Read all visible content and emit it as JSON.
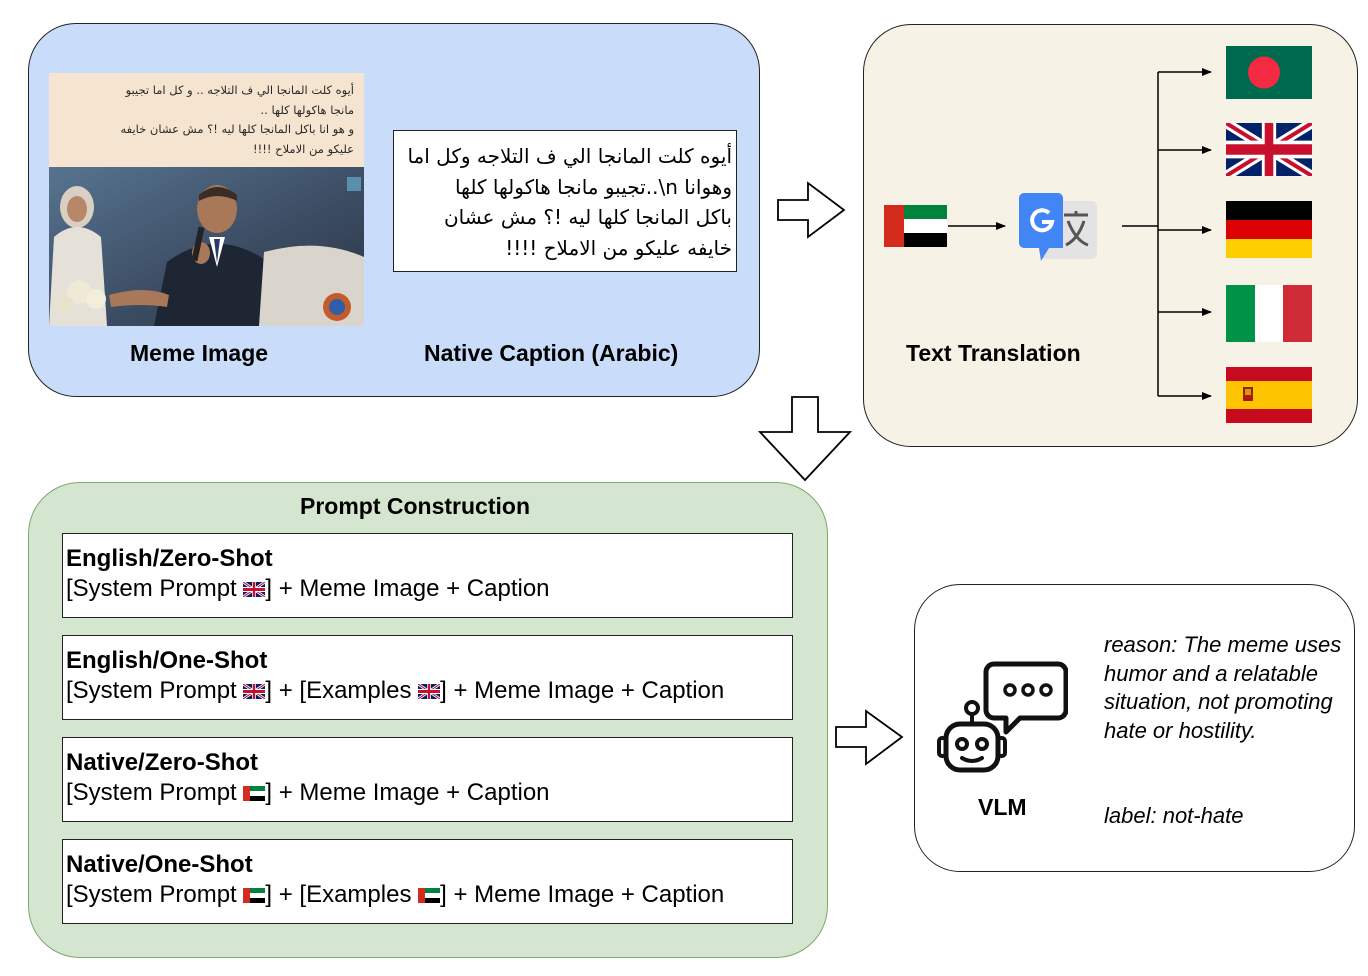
{
  "meme_panel": {
    "image_label": "Meme Image",
    "caption_label": "Native Caption (Arabic)",
    "meme_text_lines": [
      "أيوه كلت المانجا الي ف التلاجه .. و كل اما تجيبو",
      "مانجا هاكولها كلها ..",
      "و هو انا باكل المانجا كلها ليه !؟ مش عشان خايفه",
      "عليكو من الاملاح !!!!"
    ],
    "native_caption_lines": [
      "أيوه كلت المانجا الي ف التلاجه وكل اما",
      "وهوانا n\\..تجيبو مانجا هاكولها كلها",
      "باكل المانجا كلها ليه !؟ مش عشان",
      "خايفه عليكو من الاملاح !!!!"
    ]
  },
  "translation_panel": {
    "label": "Text Translation",
    "source_flag": "UAE",
    "translator_icon": "google-translate-icon",
    "target_flags": [
      "Bangladesh",
      "United Kingdom",
      "Germany",
      "Italy",
      "Spain"
    ]
  },
  "prompt_panel": {
    "title": "Prompt Construction",
    "prompts": [
      {
        "title": "English/Zero-Shot",
        "system": "[System Prompt ",
        "flag": "uk",
        "mid": "",
        "rest": "] + Meme Image + Caption"
      },
      {
        "title": "English/One-Shot",
        "system": "[System Prompt ",
        "flag": "uk",
        "mid": "] + [Examples ",
        "rest": "] + Meme Image + Caption"
      },
      {
        "title": "Native/Zero-Shot",
        "system": "[System Prompt ",
        "flag": "uae",
        "mid": "",
        "rest": "] + Meme Image + Caption"
      },
      {
        "title": "Native/One-Shot",
        "system": "[System Prompt ",
        "flag": "uae",
        "mid": "] + [Examples ",
        "rest": "] + Meme Image + Caption"
      }
    ]
  },
  "vlm_panel": {
    "label": "VLM",
    "icon": "robot-chat-icon",
    "reason": "reason: The meme uses humor and a relatable situation, not promoting hate or hostility.",
    "output_label": "label: not-hate"
  },
  "colors": {
    "meme_panel_bg": "#c9ddfb",
    "translation_panel_bg": "#f6f3e6",
    "prompt_panel_bg": "#d4e6cf",
    "prompt_panel_border": "#7ea968",
    "google_blue": "#4285f4"
  }
}
